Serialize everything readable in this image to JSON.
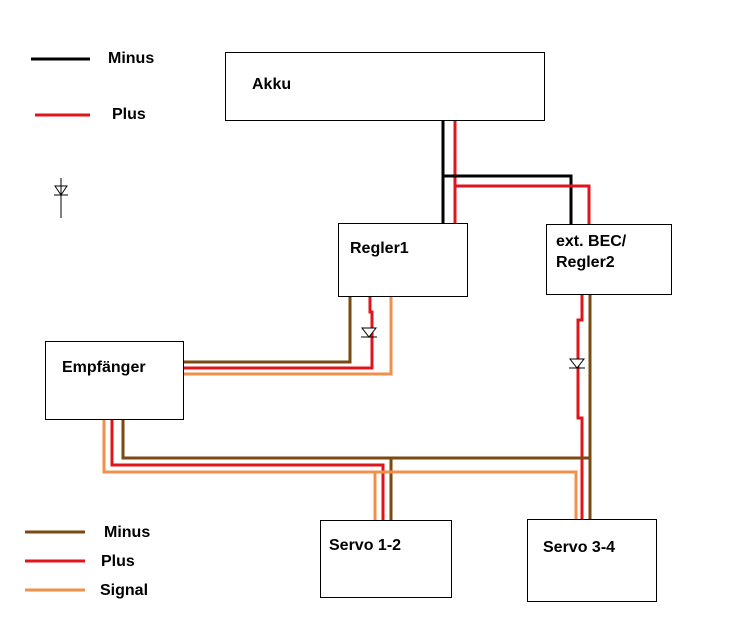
{
  "legend_top": {
    "minus_label": "Minus",
    "plus_label": "Plus"
  },
  "legend_bottom": {
    "minus_label": "Minus",
    "plus_label": "Plus",
    "signal_label": "Signal"
  },
  "components": {
    "akku": "Akku",
    "regler1": "Regler1",
    "bec_line1": "ext. BEC/",
    "bec_line2": "Regler2",
    "empfaenger": "Empfänger",
    "servo12": "Servo 1-2",
    "servo34": "Servo 3-4"
  },
  "colors": {
    "minus_main": "#000000",
    "plus": "#e0141b",
    "minus_servo": "#7a4a12",
    "signal": "#f0904a"
  }
}
